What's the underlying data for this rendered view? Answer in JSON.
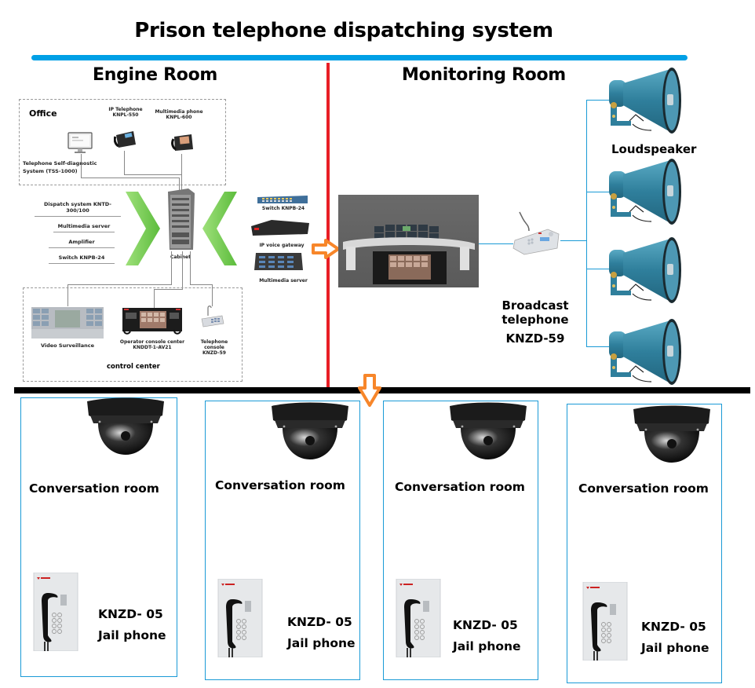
{
  "title": "Prison telephone dispatching system",
  "colors": {
    "title_bar": "#00a0e6",
    "divider_vertical": "#e81e25",
    "divider_horizontal": "#000000",
    "arrow": "#f7862a",
    "chevron": "#7fcf4f",
    "connector": "#1a9ad6",
    "room_border": "#1a9ad6"
  },
  "engine_room": {
    "heading": "Engine Room",
    "office": {
      "label": "Office",
      "devices": [
        {
          "name": "Telephone Self-diagnostic System (TSS-1000)",
          "line1": "Telephone Self-diagnostic",
          "line2": "System (TSS-1000)",
          "icon": "computer-monitor-icon"
        },
        {
          "name": "IP Telephone KNPL-550",
          "line1": "IP Telephone",
          "line2": "KNPL-550",
          "icon": "ip-phone-icon"
        },
        {
          "name": "Multimedia phone KNPL-600",
          "line1": "Multimedia phone",
          "line2": "KNPL-600",
          "icon": "multimedia-phone-icon"
        }
      ]
    },
    "cabinet_list": [
      "Dispatch system KNTD-300/100",
      "Multimedia server",
      "Amplifier",
      "Switch KNPB-24"
    ],
    "cabinet_label": "Cabinet",
    "rack_devices": [
      {
        "label": "Switch KNPB-24",
        "icon": "network-switch-icon"
      },
      {
        "label": "IP voice gateway",
        "icon": "voice-gateway-icon"
      },
      {
        "label": "Multimedia server",
        "icon": "server-icon"
      }
    ],
    "control_center": {
      "label": "control center",
      "devices": [
        {
          "line1": "Video Surveillance",
          "line2": "",
          "icon": "video-wall-icon"
        },
        {
          "line1": "Operator console center",
          "line2": "KNDDT-1-AV21",
          "icon": "operator-console-icon"
        },
        {
          "line1": "Telephone console",
          "line2": "KNZD-59",
          "icon": "telephone-console-icon"
        }
      ]
    }
  },
  "monitoring_room": {
    "heading": "Monitoring Room",
    "broadcast_phone": {
      "line1": "Broadcast telephone",
      "line2": "KNZD-59"
    },
    "loudspeaker_label": "Loudspeaker",
    "loudspeaker_count": 4
  },
  "conversation_rooms": [
    {
      "label": "Conversation room",
      "model": "KNZD- 05",
      "device": "Jail phone"
    },
    {
      "label": "Conversation room",
      "model": "KNZD- 05",
      "device": "Jail phone"
    },
    {
      "label": "Conversation room",
      "model": "KNZD- 05",
      "device": "Jail phone"
    },
    {
      "label": "Conversation room",
      "model": "KNZD- 05",
      "device": "Jail phone"
    }
  ]
}
